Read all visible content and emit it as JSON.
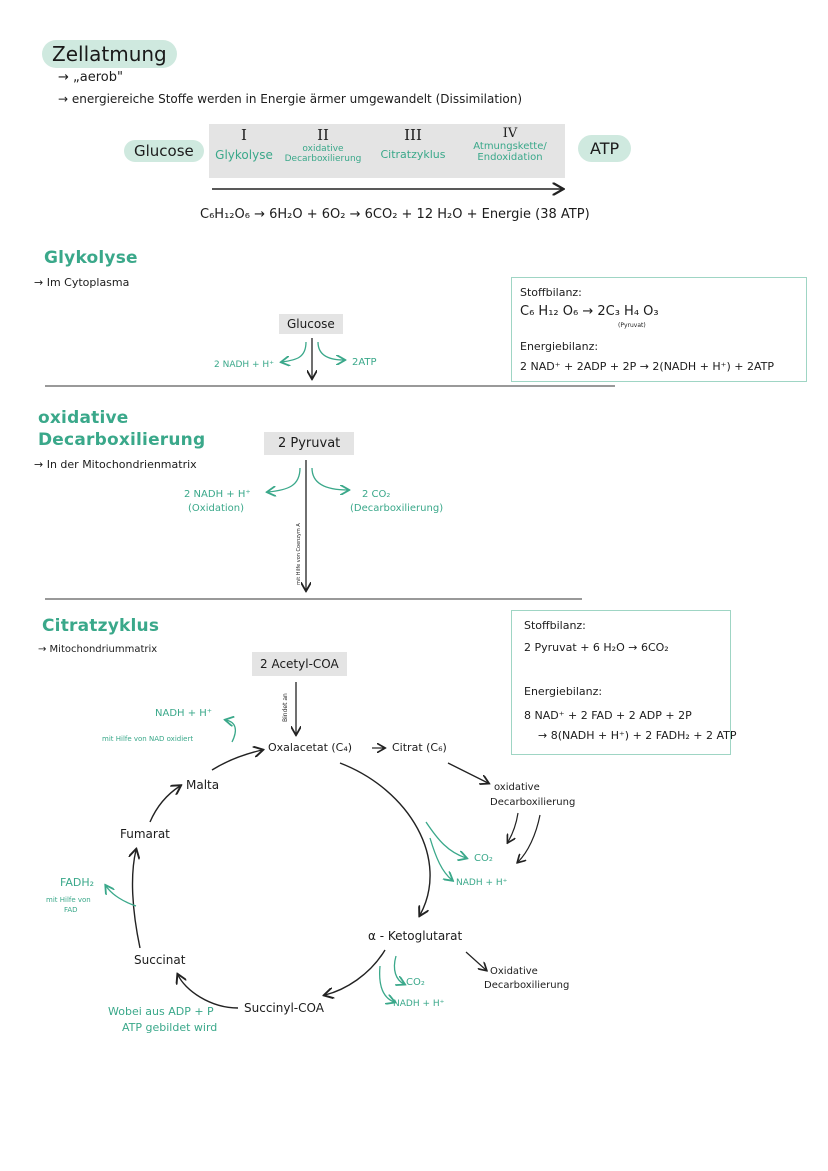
{
  "title": "Zellatmung",
  "intro": {
    "line1": "→ „aerob\"",
    "line2": "→ energiereiche Stoffe werden in Energie ärmer umgewandelt (Dissimilation)"
  },
  "overview": {
    "start": "Glucose",
    "end": "ATP",
    "stages": [
      {
        "num": "I",
        "name": "Glykolyse"
      },
      {
        "num": "II",
        "name": "oxidative Decarboxilierung"
      },
      {
        "num": "III",
        "name": "Citratzyklus"
      },
      {
        "num": "IV",
        "name": "Atmungskette/ Endoxidation"
      }
    ],
    "equation": "C₆H₁₂O₆ → 6H₂O + 6O₂ → 6CO₂ + 12 H₂O + Energie (38 ATP)"
  },
  "glykolyse": {
    "title": "Glykolyse",
    "location": "→ Im Cytoplasma",
    "node": "Glucose",
    "left": "2 NADH + H⁺",
    "right": "2ATP",
    "box": {
      "stoff_label": "Stoffbilanz:",
      "stoff_eq": "C₆ H₁₂ O₆ → 2C₃ H₄ O₃",
      "stoff_note": "(Pyruvat)",
      "energie_label": "Energiebilanz:",
      "energie_eq": "2 NAD⁺ + 2ADP + 2P → 2(NADH + H⁺) + 2ATP"
    }
  },
  "oxdecarb": {
    "title_line1": "oxidative",
    "title_line2": "Decarboxilierung",
    "location": "→ In der Mitochondrienmatrix",
    "node": "2 Pyruvat",
    "left_line1": "2 NADH + H⁺",
    "left_line2": "(Oxidation)",
    "right_line1": "2 CO₂",
    "right_line2": "(Decarboxilierung)",
    "arrow_note": "mit Hilfe von Coenzym A"
  },
  "citrat": {
    "title": "Citratzyklus",
    "location": "→ Mitochondriummatrix",
    "node": "2 Acetyl-COA",
    "bindet": "Bindet an",
    "oxalo": "Oxalacetat (C₄)",
    "citrat": "Citrat (C₆)",
    "nadh_top": "NADH + H⁺",
    "nadh_top_note": "mit Hilfe von NAD oxidiert",
    "malta": "Malta",
    "fumarat": "Fumarat",
    "fadh2": "FADH₂",
    "fadh2_note1": "mit Hilfe von",
    "fadh2_note2": "FAD",
    "succinat": "Succinat",
    "succinyl": "Succinyl-COA",
    "atp_note1": "Wobei aus ADP + P",
    "atp_note2": "ATP gebildet wird",
    "oxd1_line1": "oxidative",
    "oxd1_line2": "Decarboxilierung",
    "co2_a": "CO₂",
    "nadh_a": "NADH + H⁺",
    "keto": "α - Ketoglutarat",
    "co2_b": "CO₂",
    "nadh_b": "NADH + H⁺",
    "oxd2_line1": "Oxidative",
    "oxd2_line2": "Decarboxilierung",
    "box": {
      "stoff_label": "Stoffbilanz:",
      "stoff_eq": "2 Pyruvat + 6 H₂O → 6CO₂",
      "energie_label": "Energiebilanz:",
      "energie_eq1": "8 NAD⁺ + 2 FAD + 2 ADP + 2P",
      "energie_eq2": "→ 8(NADH + H⁺) + 2 FADH₂ + 2 ATP"
    }
  }
}
